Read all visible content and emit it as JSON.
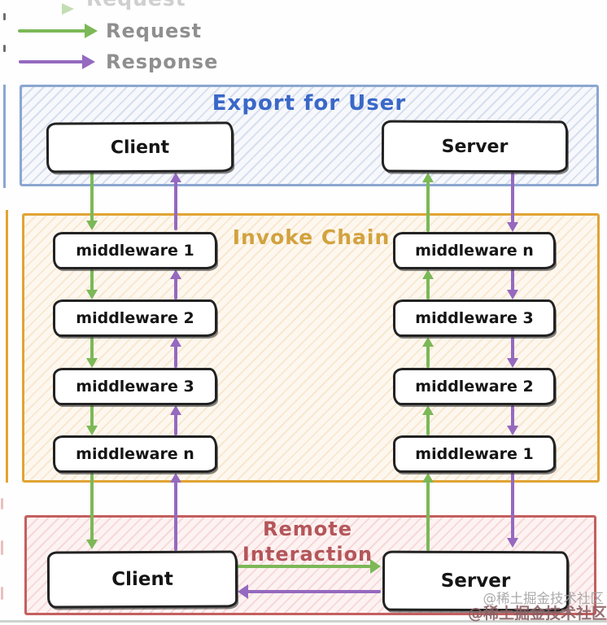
{
  "legend": {
    "request_label": "Request",
    "response_label": "Response",
    "cropped_request_label": "Request",
    "request_color": "#7cb857",
    "response_color": "#9569bf"
  },
  "sections": {
    "export": {
      "title": "Export for User",
      "title_color": "#3a68c8",
      "border_color": "#8ba6d0",
      "nodes": [
        {
          "label": "Client"
        },
        {
          "label": "Server"
        }
      ]
    },
    "invoke": {
      "title": "Invoke Chain",
      "title_color": "#d2a23e",
      "border_color": "#e1a434",
      "left_nodes": [
        {
          "label": "middleware 1"
        },
        {
          "label": "middleware 2"
        },
        {
          "label": "middleware 3"
        },
        {
          "label": "middleware n"
        }
      ],
      "right_nodes": [
        {
          "label": "middleware n"
        },
        {
          "label": "middleware 3"
        },
        {
          "label": "middleware 2"
        },
        {
          "label": "middleware 1"
        }
      ]
    },
    "remote": {
      "title_line1": "Remote",
      "title_line2": "Interaction",
      "title_color": "#b4565a",
      "border_color": "#c45f5f",
      "nodes": [
        {
          "label": "Client"
        },
        {
          "label": "Server"
        }
      ]
    }
  },
  "watermark": {
    "line1": "@稀土掘金技术社区",
    "line2": "@稀土掘金技术社区"
  }
}
